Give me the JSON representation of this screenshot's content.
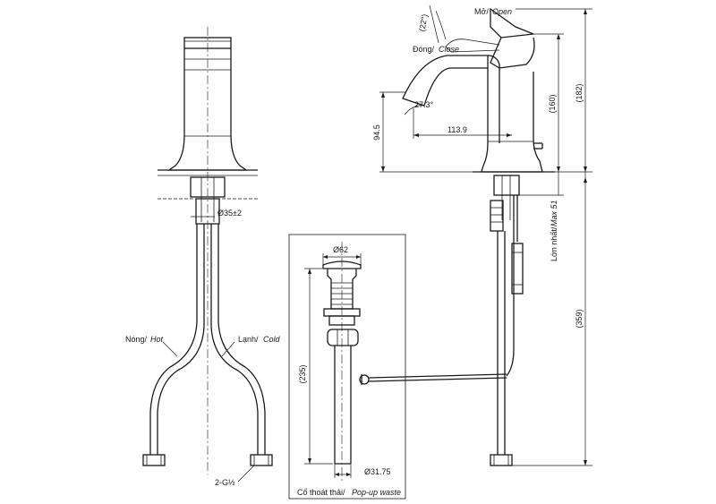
{
  "labels": {
    "open_vi": "Mở/",
    "open_en": "Open",
    "close_vi": "Đóng/",
    "close_en": "Close",
    "max_vi": "Lớn nhất/",
    "max_en": "Max 51",
    "hot_vi": "Nóng/",
    "hot_en": "Hot",
    "cold_vi": "Lạnh/",
    "cold_en": "Cold",
    "waste_vi": "Cổ thoát thải/",
    "waste_en": "Pop-up waste"
  },
  "dimensions": {
    "handle_angle": "(22°)",
    "spout_angle": "27.3°",
    "height_94_5": "94.5",
    "reach_113_9": "113.9",
    "height_160": "(160)",
    "height_182": "(182)",
    "height_359": "(359)",
    "hole_diameter": "Ø35±2",
    "waste_top_dia": "Ø62",
    "waste_length": "(235)",
    "waste_bottom_dia": "Ø31.75",
    "connector_thread": "2-G½"
  }
}
